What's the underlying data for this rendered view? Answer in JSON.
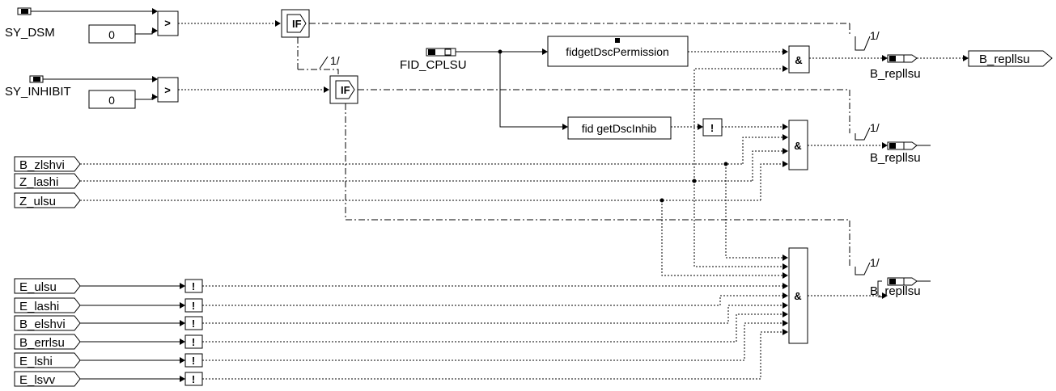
{
  "sources": {
    "sy_dsm": "SY_DSM",
    "sy_inhibit": "SY_INHIBIT",
    "fid_cplsu": "FID_CPLSU"
  },
  "constants": {
    "c1": "0",
    "c2": "0"
  },
  "blocks": {
    "gt": ">",
    "if": "IF",
    "and": "&",
    "not": "!",
    "fid_perm": "fidgetDscPermission",
    "fid_inhib": "fid getDscInhib",
    "ratio": "1/"
  },
  "inputs": [
    "B_zlshvi",
    "Z_lashi",
    "Z_ulsu",
    "E_ulsu",
    "E_lashi",
    "B_elshvi",
    "B_errlsu",
    "E_lshi",
    "E_lsvv"
  ],
  "outputs": {
    "b_repllsu": "B_repllsu",
    "b_repllsu_out": "B_repllsu"
  }
}
